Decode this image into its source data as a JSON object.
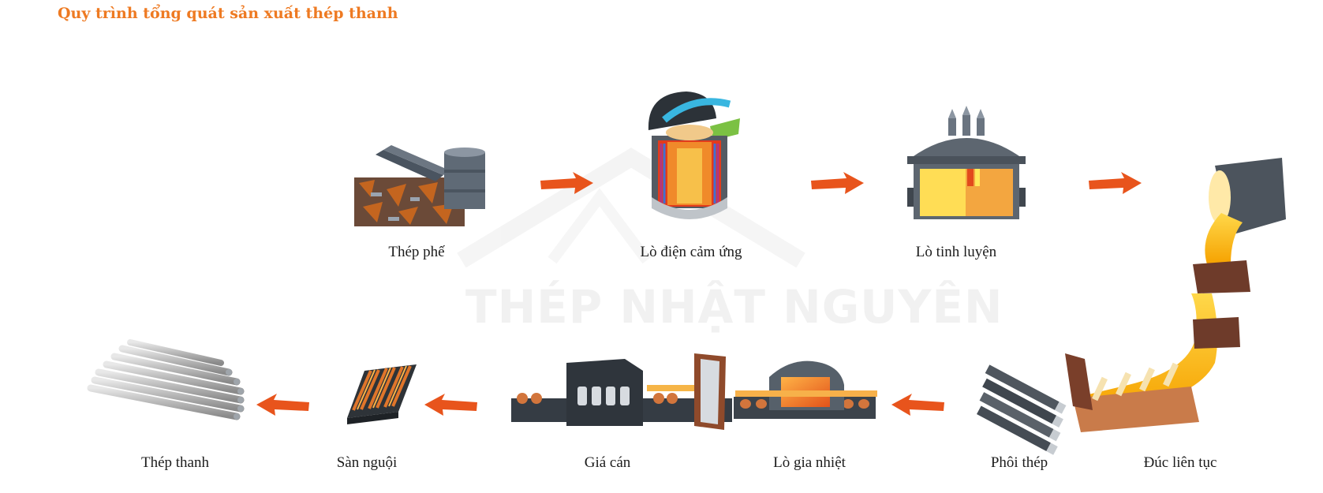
{
  "title": "Quy trình tổng quát sản xuất thép thanh",
  "watermark": "THÉP NHẬT NGUYÊN",
  "steps": [
    {
      "label": "Thép phế",
      "icon": "scrap-steel-icon"
    },
    {
      "label": "Lò điện cảm ứng",
      "icon": "induction-furnace-icon"
    },
    {
      "label": "Lò tinh luyện",
      "icon": "refining-furnace-icon"
    },
    {
      "label": "Đúc liên tục",
      "icon": "continuous-casting-icon"
    },
    {
      "label": "Phôi thép",
      "icon": "steel-billet-icon"
    },
    {
      "label": "Lò gia nhiệt",
      "icon": "reheating-furnace-icon"
    },
    {
      "label": "Giá cán",
      "icon": "rolling-stand-icon"
    },
    {
      "label": "Sàn nguội",
      "icon": "cooling-bed-icon"
    },
    {
      "label": "Thép thanh",
      "icon": "steel-bar-bundle-icon"
    }
  ],
  "colors": {
    "accent": "#ee7a22",
    "arrow": "#e8541c",
    "furnace_gray": "#5d6670"
  }
}
